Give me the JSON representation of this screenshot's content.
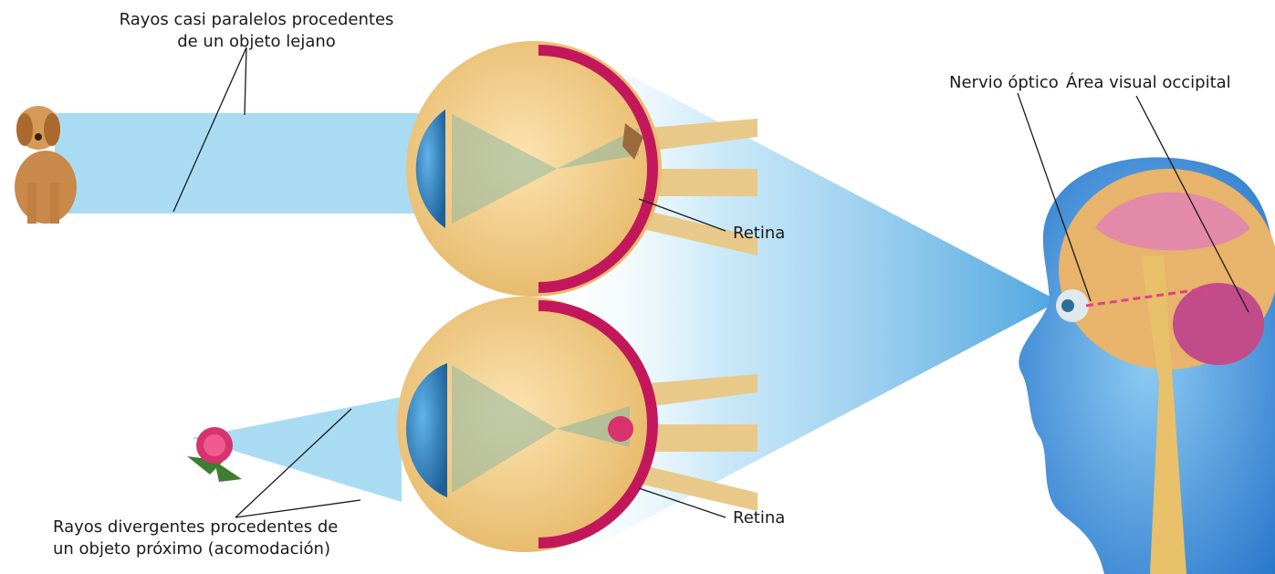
{
  "labels": {
    "parallel_rays_line1": "Rayos casi paralelos procedentes",
    "parallel_rays_line2": "de un objeto lejano",
    "divergent_rays_line1": "Rayos divergentes procedentes de",
    "divergent_rays_line2": "un objeto próximo (acomodación)",
    "retina_top": "Retina",
    "retina_bottom": "Retina",
    "optic_nerve": "Nervio óptico",
    "visual_area": "Área visual occipital"
  },
  "colors": {
    "ray_beam": "#a9dcf2",
    "eyeball": "#f3d28f",
    "retina": "#c2185b",
    "lens": "#2b7fc0",
    "head": "#2e7fd0",
    "brain": "#e8b36a"
  }
}
